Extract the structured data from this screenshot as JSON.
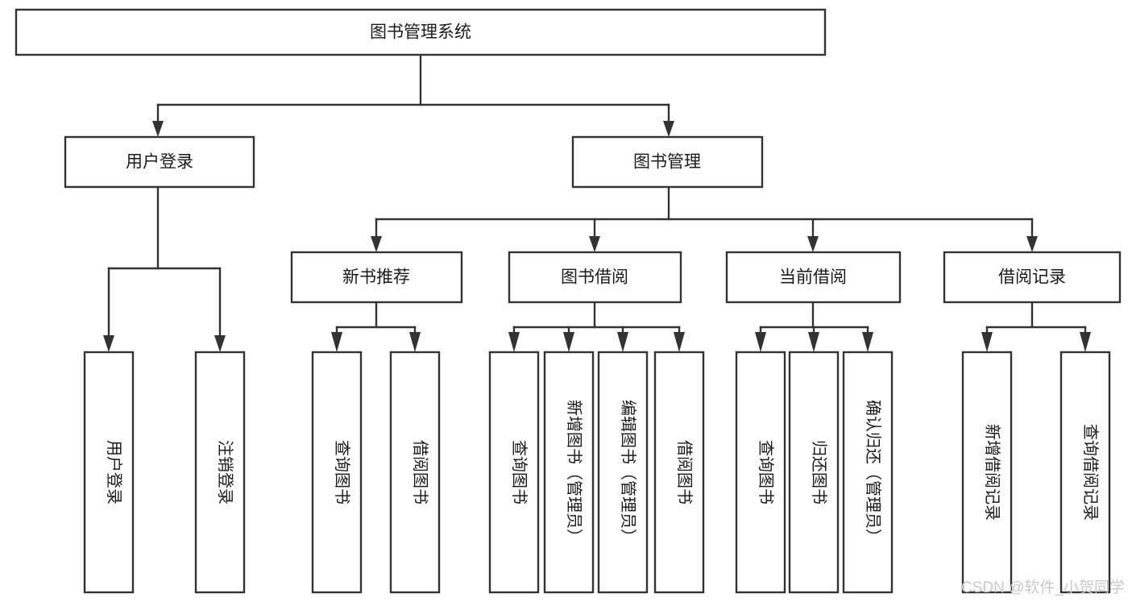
{
  "diagram": {
    "type": "tree-hierarchy-chart",
    "title": "图书管理系统",
    "orientation": "top-down",
    "colors": {
      "box_stroke": "#333333",
      "box_fill": "#ffffff",
      "text": "#1a1a1a",
      "connector": "#333333",
      "watermark": "#c9c9c9",
      "background": "#ffffff"
    },
    "root": {
      "label": "图书管理系统"
    },
    "level2": [
      {
        "label": "用户登录"
      },
      {
        "label": "图书管理"
      }
    ],
    "level3": [
      {
        "label": "新书推荐"
      },
      {
        "label": "图书借阅"
      },
      {
        "label": "当前借阅"
      },
      {
        "label": "借阅记录"
      }
    ],
    "leaves": {
      "user_login": [
        {
          "label": "用户登录"
        },
        {
          "label": "注销登录"
        }
      ],
      "new_book_recommend": [
        {
          "label": "查询图书"
        },
        {
          "label": "借阅图书"
        }
      ],
      "book_borrow": [
        {
          "label": "查询图书"
        },
        {
          "label": "新增图书（管理员）"
        },
        {
          "label": "编辑图书（管理员）"
        },
        {
          "label": "借阅图书"
        }
      ],
      "current_borrow": [
        {
          "label": "查询图书"
        },
        {
          "label": "归还图书"
        },
        {
          "label": "确认归还（管理员）"
        }
      ],
      "borrow_records": [
        {
          "label": "新增借阅记录"
        },
        {
          "label": "查询借阅记录"
        }
      ]
    }
  },
  "watermark": {
    "text": "CSDN @软件_小贺同学"
  }
}
